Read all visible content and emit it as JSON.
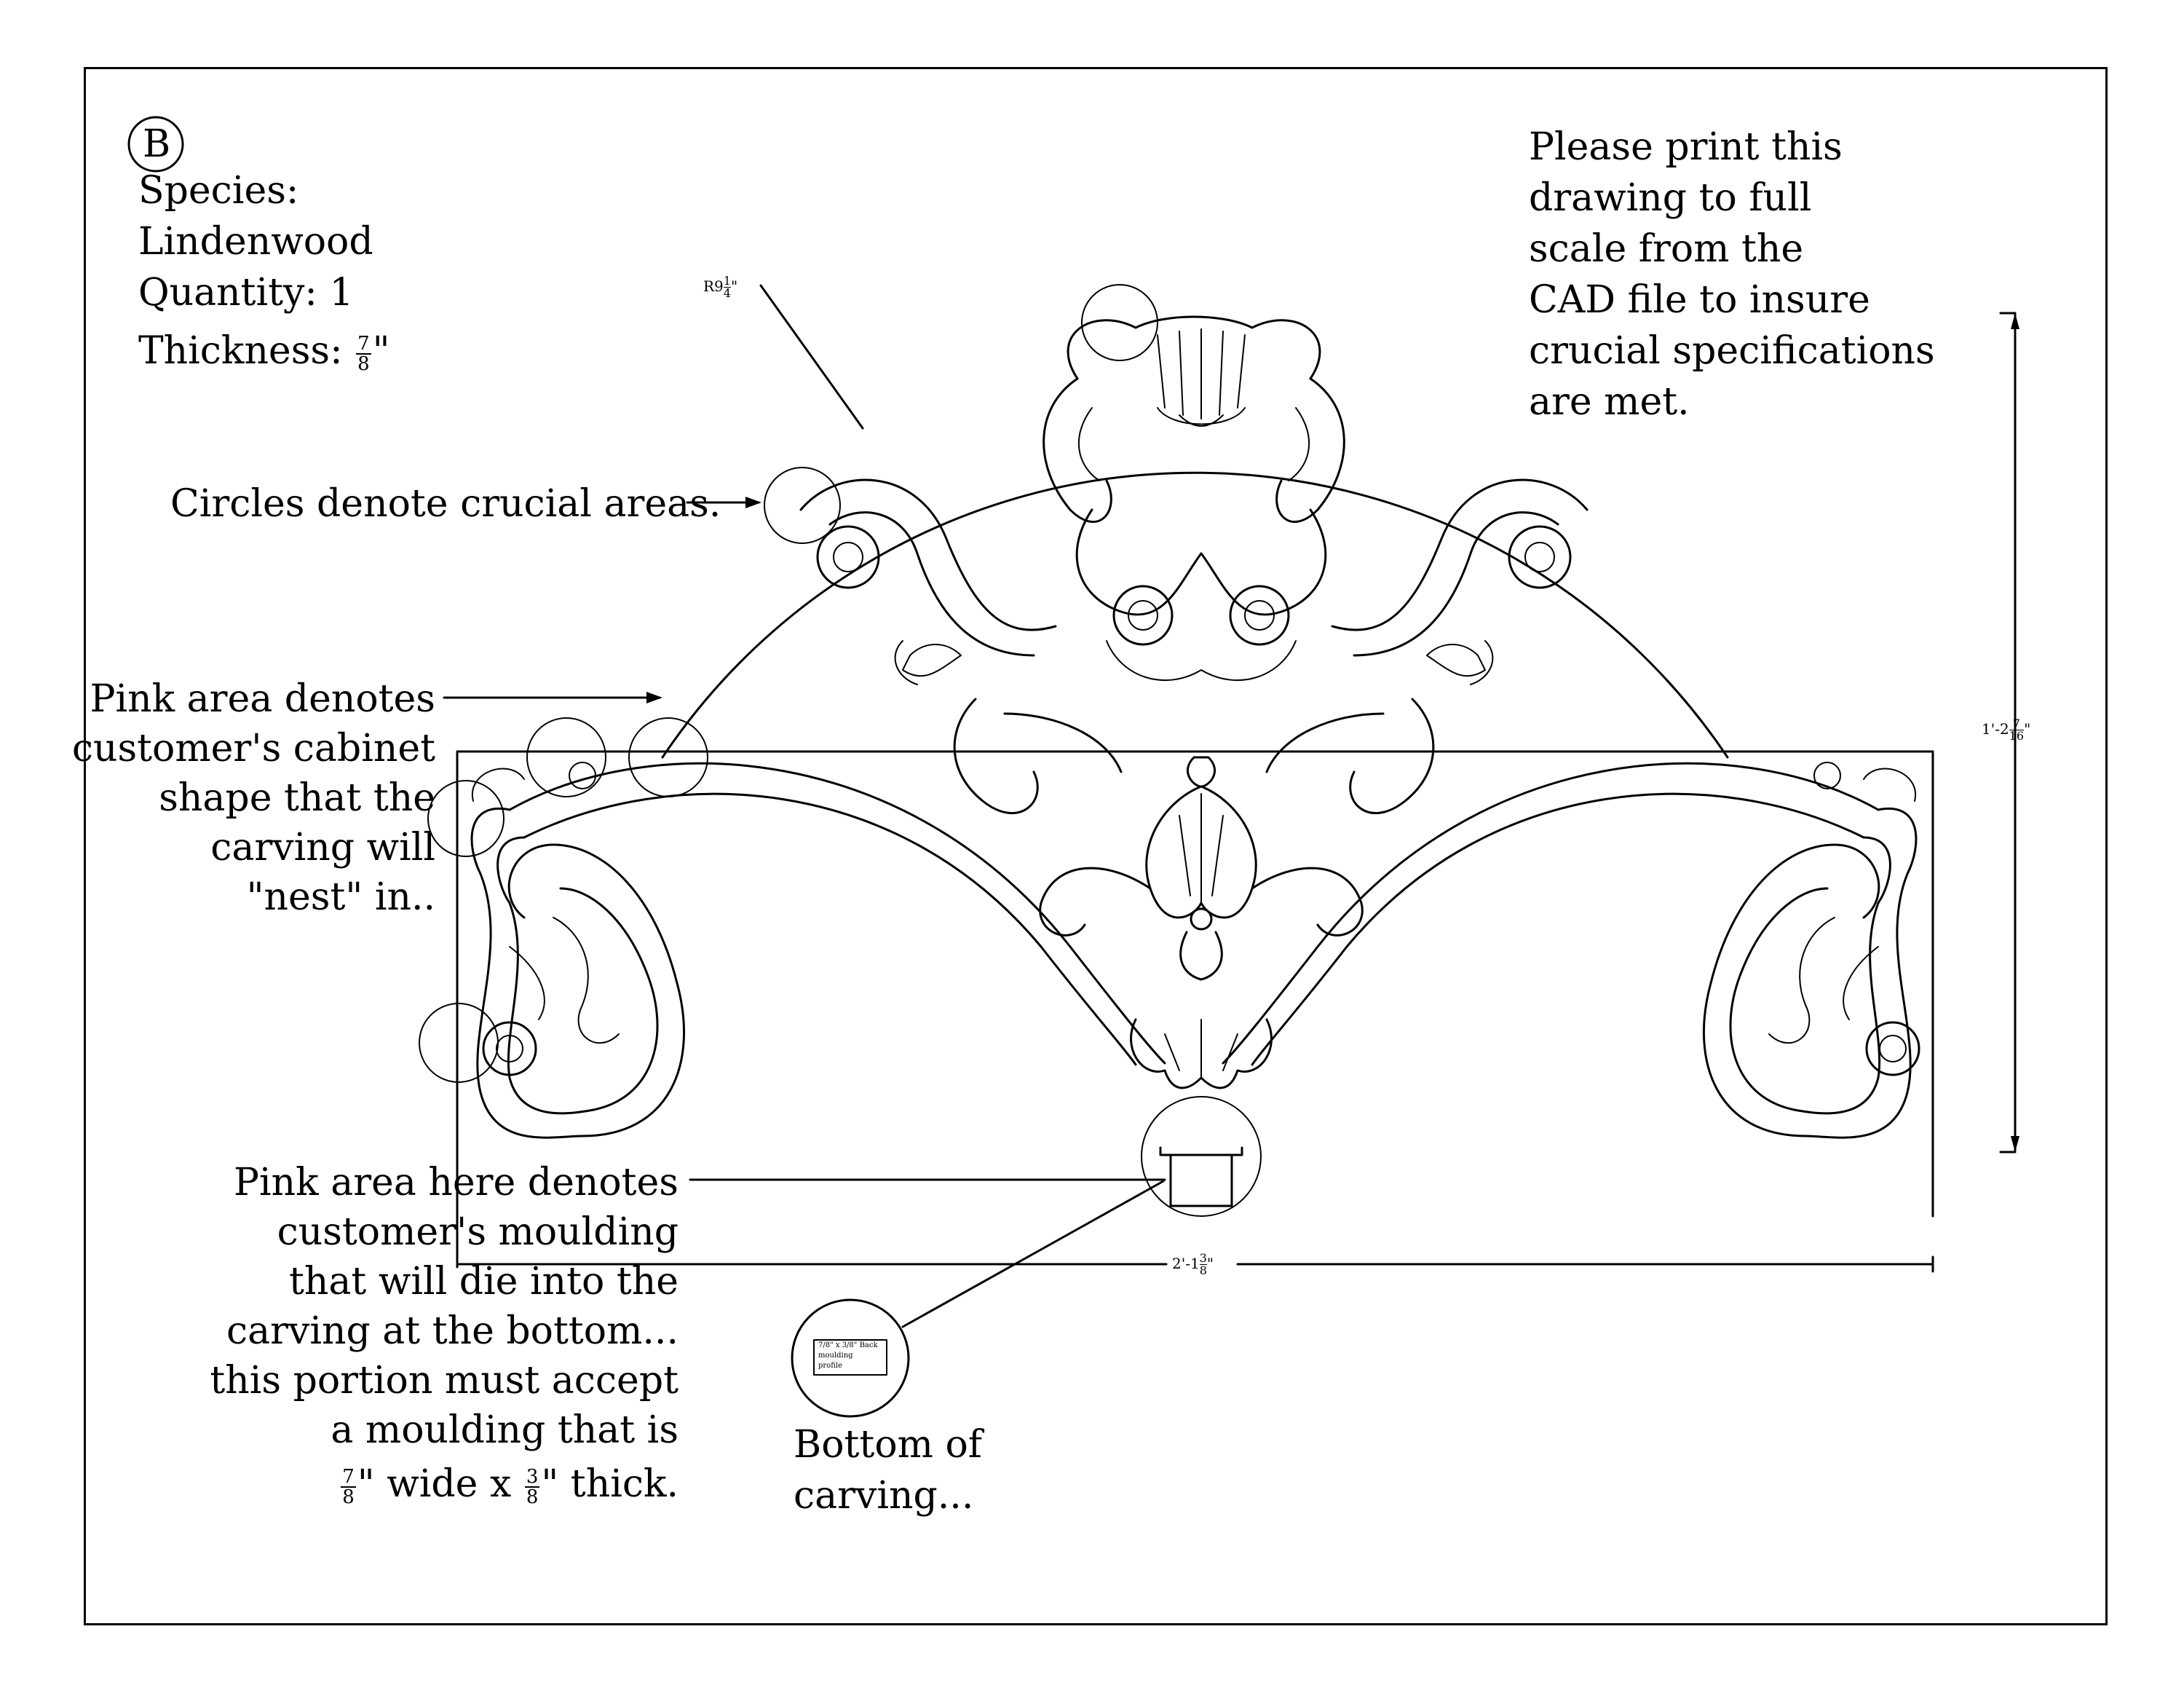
{
  "badge": "B",
  "specs": {
    "species_label": "Species:",
    "species_value": "Lindenwood",
    "quantity": "Quantity:  1",
    "thickness_label": "Thickness:",
    "thickness_num": "7",
    "thickness_den": "8",
    "thickness_unit": "\""
  },
  "print_note": [
    "Please print this",
    "drawing to full",
    "scale from the",
    "CAD file to insure",
    "crucial specifications",
    "are met."
  ],
  "circles_note": "Circles denote crucial areas.",
  "cabinet_note": [
    "Pink area denotes",
    "customer's cabinet",
    "shape that the",
    "carving will",
    "\"nest\" in.."
  ],
  "moulding_note": [
    "Pink area here denotes",
    "customer's moulding",
    "that will die into the",
    "carving at the bottom...",
    "this portion must accept",
    "a moulding that is"
  ],
  "moulding_size": {
    "width_num": "7",
    "width_den": "8",
    "width_text": "\" wide x",
    "thick_num": "3",
    "thick_den": "8",
    "thick_text": "\" thick."
  },
  "bottom_note": [
    "Bottom of",
    "carving..."
  ],
  "dimensions": {
    "radius": {
      "prefix": "R9",
      "num": "1",
      "den": "4",
      "suffix": "\""
    },
    "height": {
      "prefix": "1'-2",
      "num": "7",
      "den": "16",
      "suffix": "\""
    },
    "width": {
      "prefix": "2'-1",
      "num": "3",
      "den": "8",
      "suffix": "\""
    }
  },
  "detail_inset_text": [
    "7/8\" x 3/8\" Back",
    "moulding",
    "profile"
  ]
}
